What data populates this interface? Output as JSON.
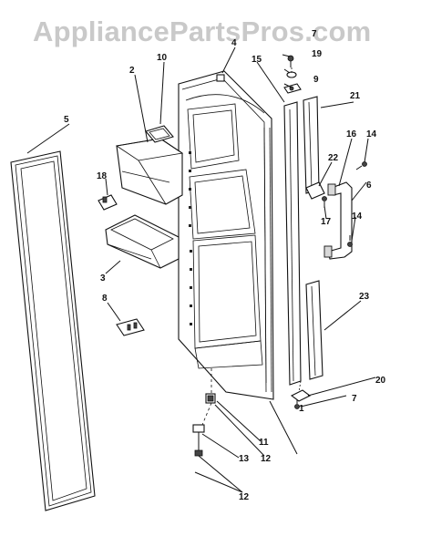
{
  "watermark": "AppliancePartsPros.com",
  "callouts": [
    "1",
    "2",
    "3",
    "4",
    "5",
    "6",
    "7",
    "7",
    "8",
    "9",
    "10",
    "11",
    "12",
    "12",
    "13",
    "14",
    "14",
    "15",
    "16",
    "17",
    "18",
    "19",
    "20",
    "21",
    "22",
    "23"
  ]
}
